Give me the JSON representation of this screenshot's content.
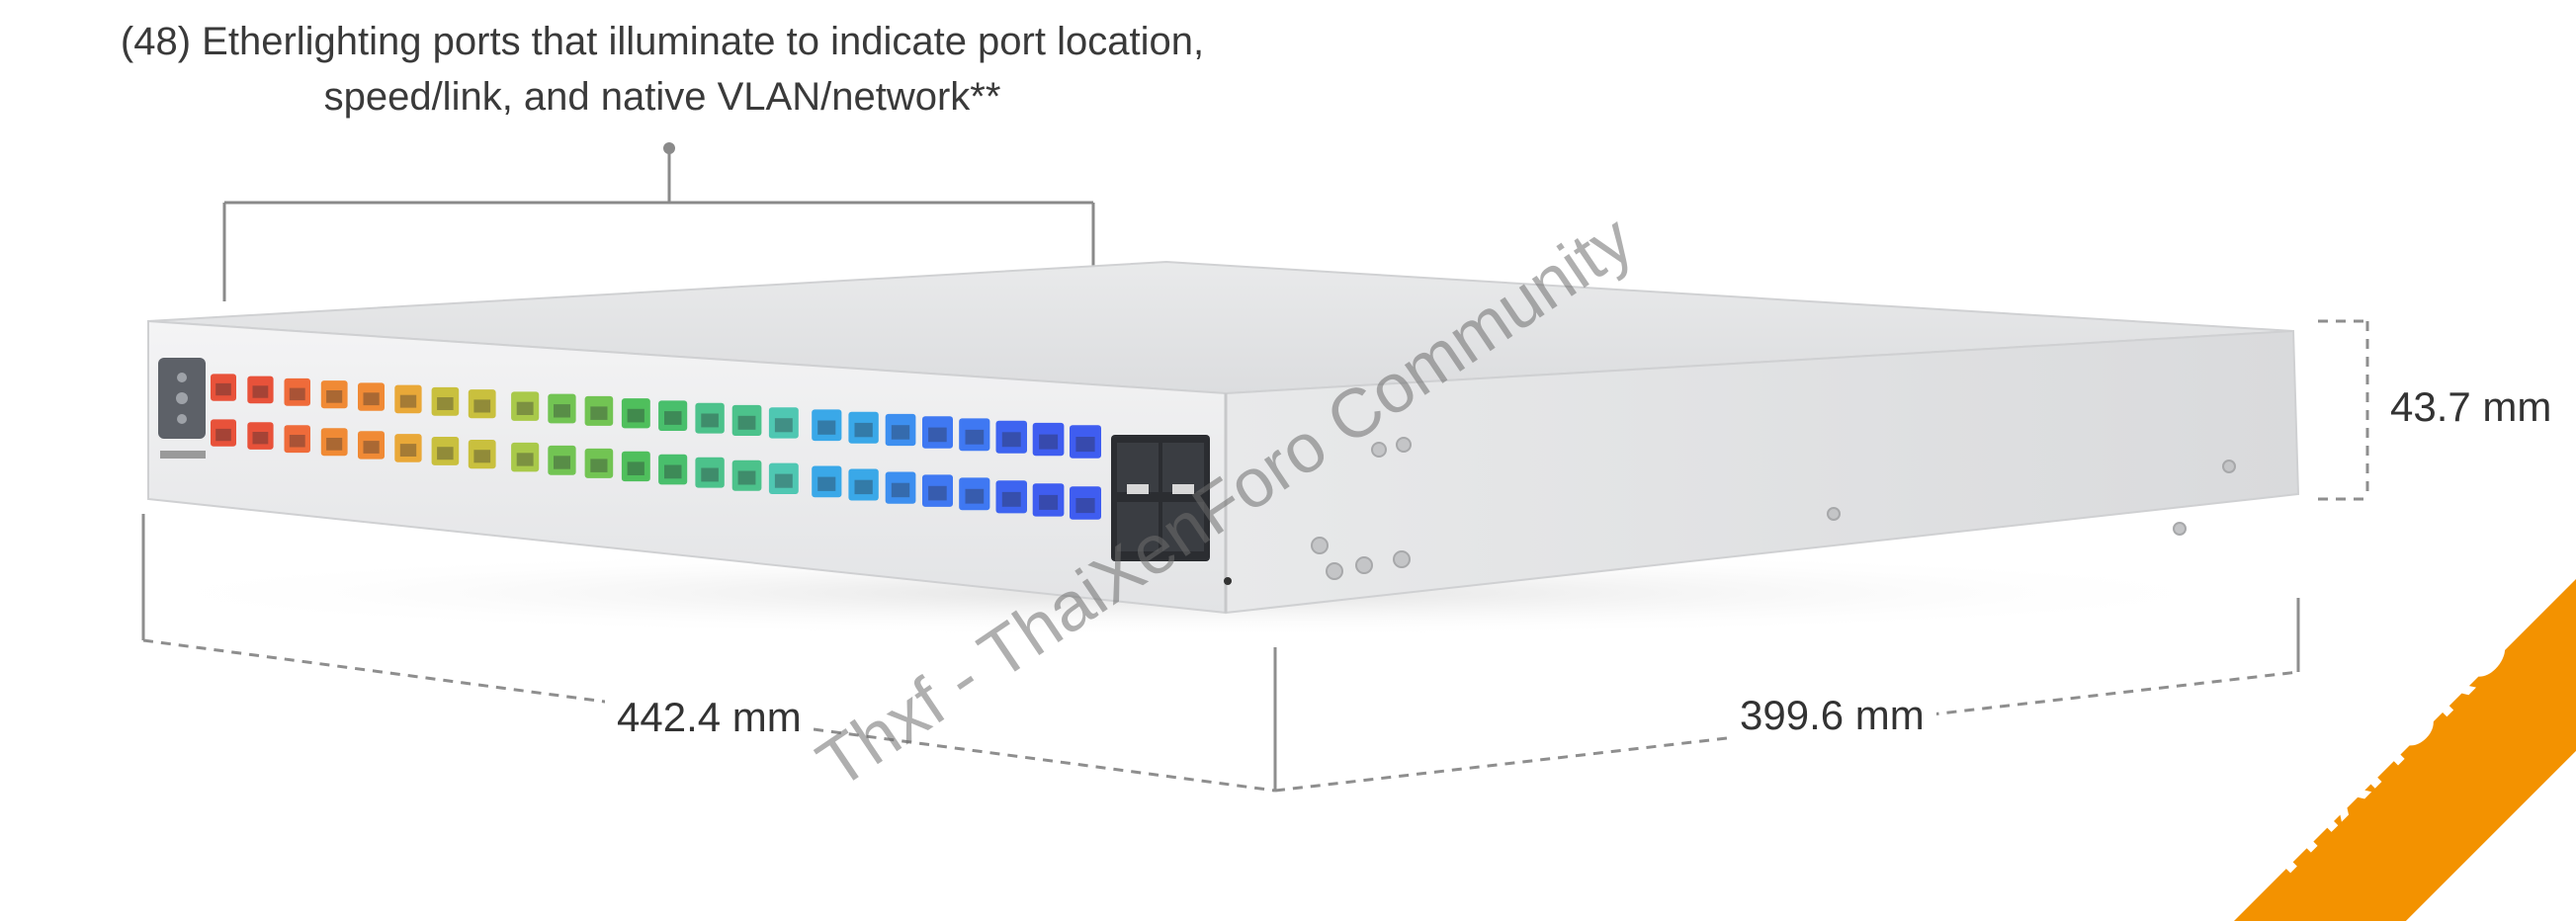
{
  "callout": {
    "line1": "(48) Etherlighting ports that illuminate to indicate port location,",
    "line2": "speed/link, and native VLAN/network**"
  },
  "dimensions": {
    "height": "43.7 mm",
    "width": "442.4 mm",
    "depth": "399.6 mm"
  },
  "watermarks": {
    "diagonal": "Thxf - ThaiXenForo Community",
    "corner": "THXF.ORG"
  },
  "colors": {
    "ribbon": "#f39200",
    "ports": [
      "#e8523a",
      "#ef6b3a",
      "#f08a35",
      "#e9a838",
      "#c9c03e",
      "#a9c94a",
      "#72c453",
      "#4fbf5c",
      "#49bf6c",
      "#4cc28b",
      "#4fc7b2",
      "#3aa8e8",
      "#3d8ff0",
      "#3f78f2",
      "#3e64f0",
      "#3f5df0"
    ]
  },
  "device": {
    "port_count": 48,
    "sfp_count": 4
  }
}
